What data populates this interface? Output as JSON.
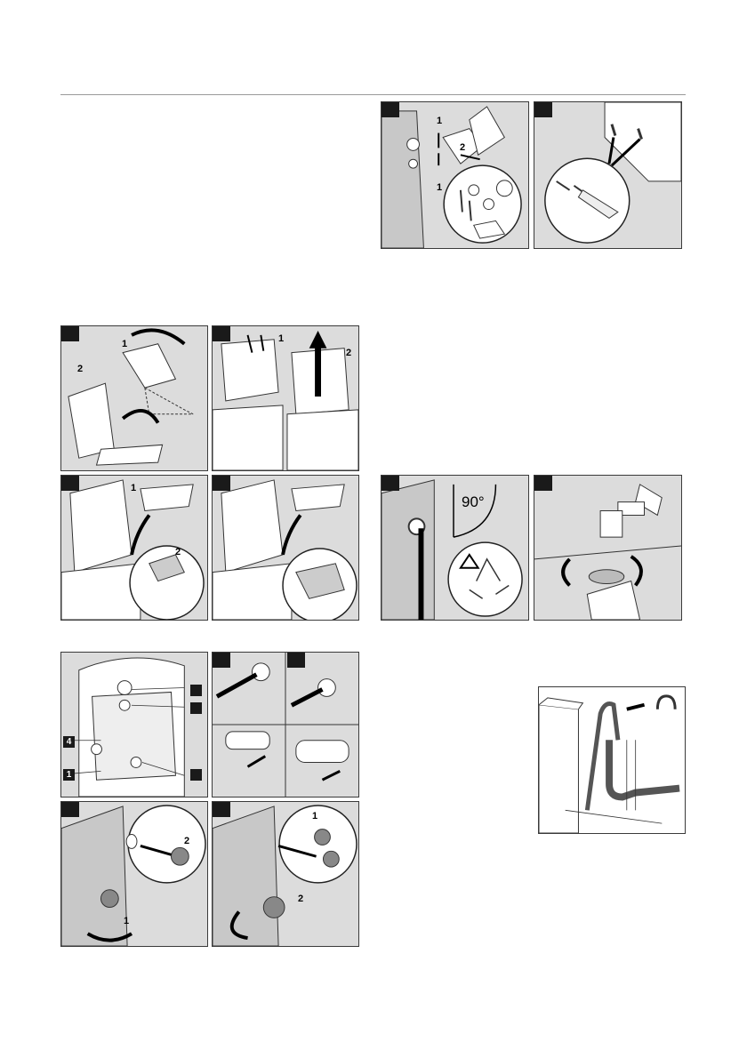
{
  "panels": {
    "transport_bolt": {
      "labels": [
        "1",
        "2",
        "1"
      ]
    },
    "leveling_feet": {
      "labels": []
    },
    "lid_turn": {
      "labels": [
        "1",
        "2"
      ]
    },
    "pull_up": {
      "labels": [
        "1",
        "2"
      ]
    },
    "detergent_drawer": {
      "labels": [
        "1",
        "2"
      ]
    },
    "rear_view": {
      "labels": [
        "4",
        "1"
      ]
    },
    "drain_pump": {
      "labels": [
        "2",
        "1"
      ]
    },
    "filter": {
      "labels": [
        "1",
        "2"
      ]
    },
    "hose_angle": {
      "angle": "90°"
    }
  },
  "colors": {
    "panel_bg": "#dcdcdc",
    "tab": "#1a1a1a"
  }
}
